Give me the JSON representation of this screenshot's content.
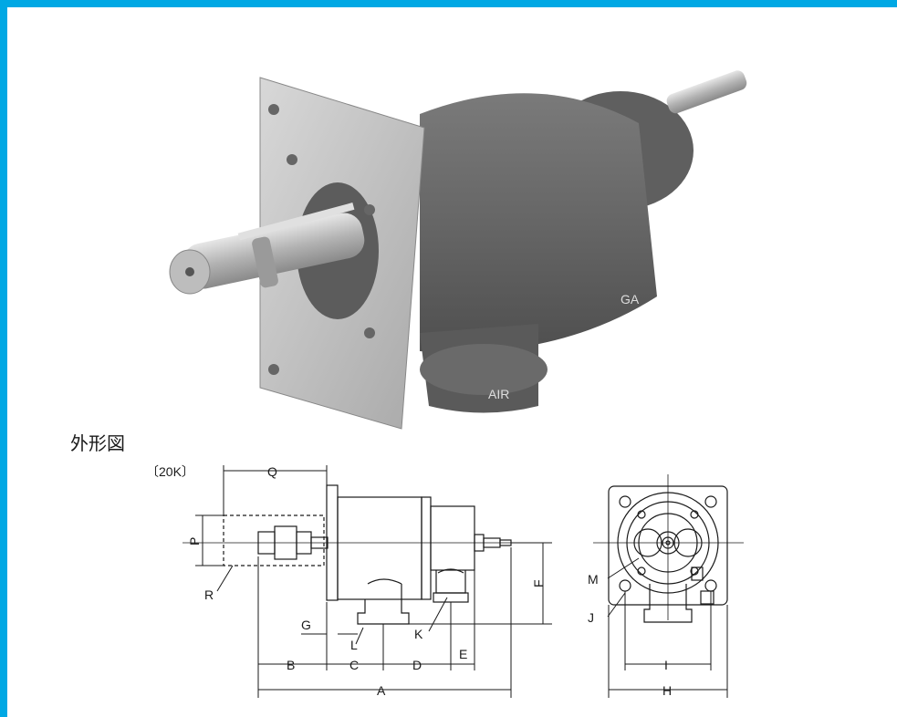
{
  "colors": {
    "frame": "#00a8e4",
    "body_paint": "#6c6c6c",
    "metal": "#c9c9c9",
    "ink": "#1a1a1a"
  },
  "section": {
    "title": "外形図"
  },
  "drawing": {
    "pressure_class": "〔20K〕",
    "labels": {
      "A": "A",
      "B": "B",
      "C": "C",
      "D": "D",
      "E": "E",
      "F": "F",
      "G": "G",
      "H": "H",
      "I": "I",
      "J": "J",
      "K": "K",
      "L": "L",
      "M": "M",
      "P": "P",
      "Q": "Q",
      "R": "R"
    }
  },
  "photo": {
    "markings": {
      "air": "AIR",
      "gas": "GA"
    }
  }
}
